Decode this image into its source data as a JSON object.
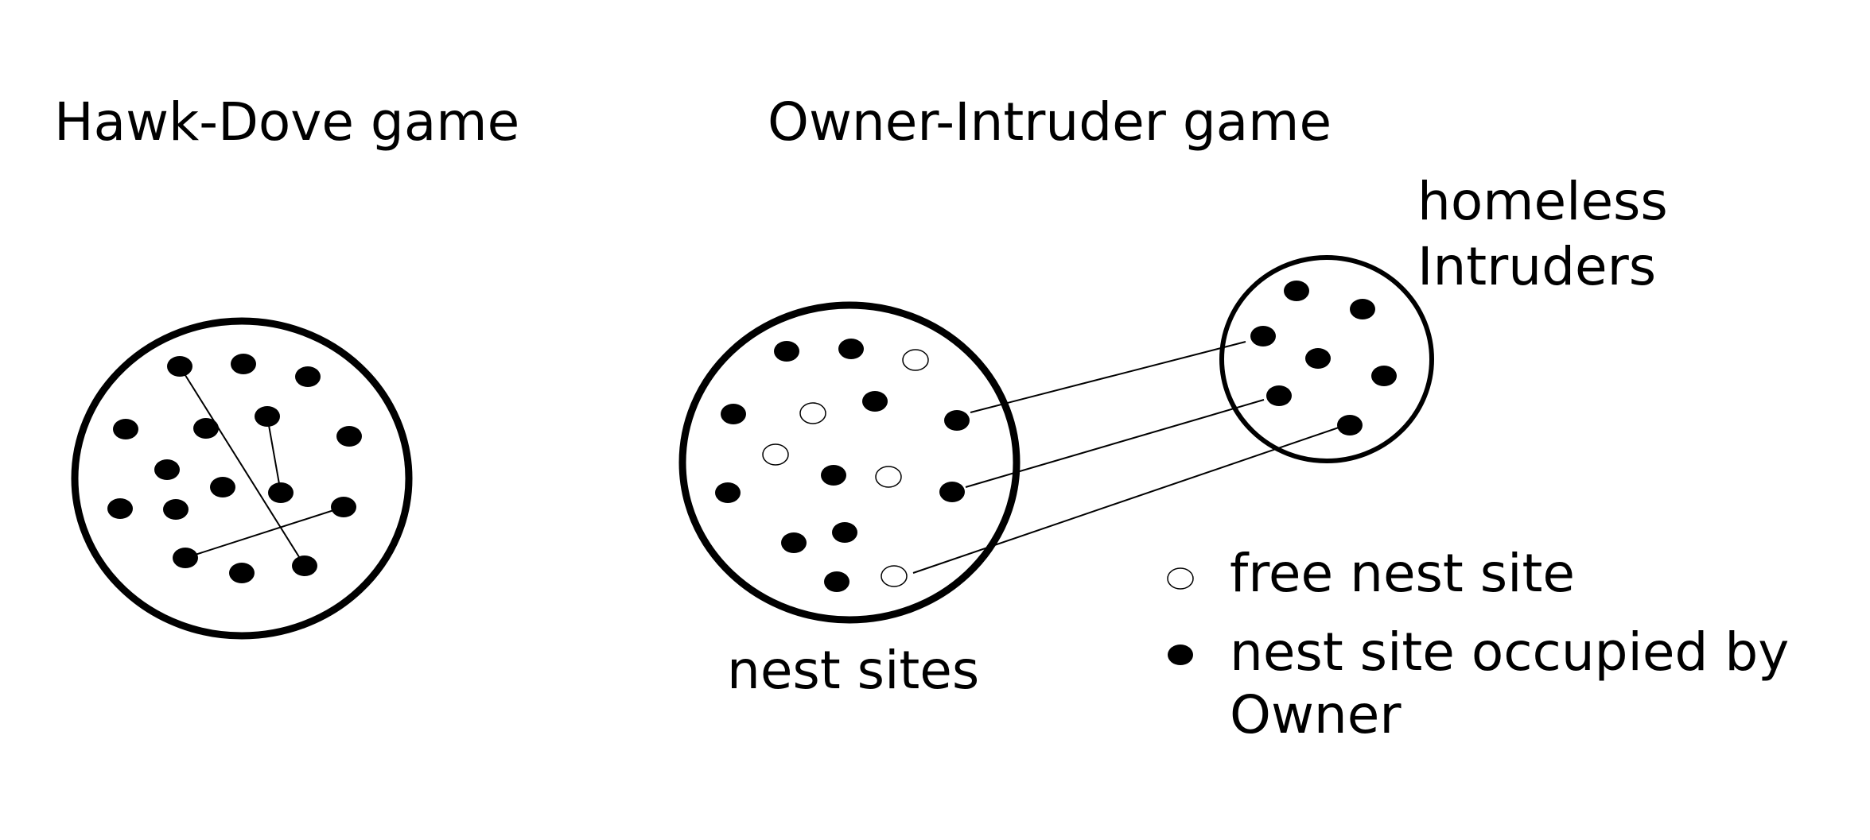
{
  "titles": {
    "hawk_dove": "Hawk-Dove game",
    "owner_intruder": "Owner-Intruder game"
  },
  "labels": {
    "homeless_line1": "homeless",
    "homeless_line2": "Intruders",
    "nest_sites": "nest sites"
  },
  "legend": {
    "free": "free nest site",
    "occupied_line1": "nest site occupied by",
    "occupied_line2": "Owner"
  },
  "colors": {
    "ink": "#000000",
    "background": "#ffffff"
  }
}
